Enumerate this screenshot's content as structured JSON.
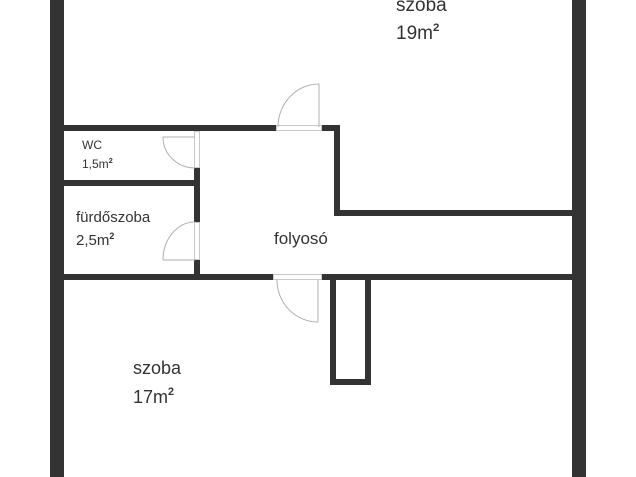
{
  "rooms": [
    {
      "id": "room-top",
      "name": "szoba",
      "area": "19m",
      "unit_sup": "2"
    },
    {
      "id": "wc",
      "name": "WC",
      "area": "1,5m",
      "unit_sup": "2"
    },
    {
      "id": "bathroom",
      "name": "fürdőszoba",
      "area": "2,5m",
      "unit_sup": "2"
    },
    {
      "id": "corridor",
      "name": "folyosó"
    },
    {
      "id": "room-bottom",
      "name": "szoba",
      "area": "17m",
      "unit_sup": "2"
    }
  ],
  "colors": {
    "wall": "#333333",
    "door": "#b0b0b0",
    "background": "#ffffff"
  }
}
